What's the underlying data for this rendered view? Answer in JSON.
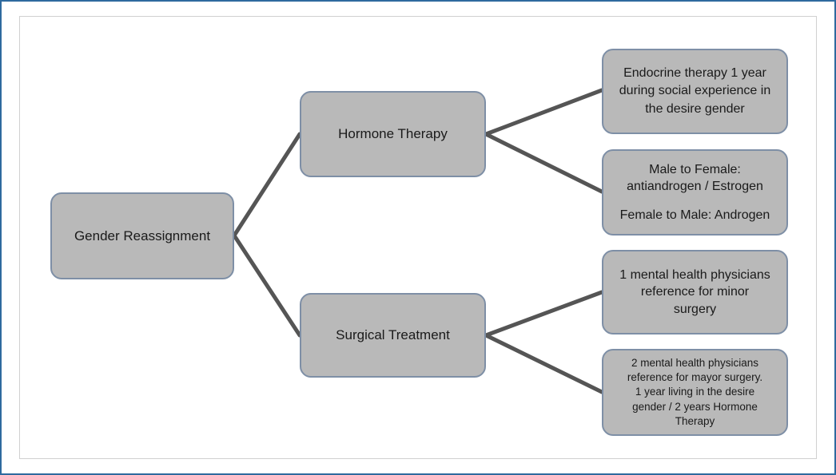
{
  "diagram": {
    "root": {
      "label": "Gender Reassignment"
    },
    "branches": [
      {
        "label": "Hormone Therapy",
        "leaves": [
          {
            "lines": [
              "Endocrine therapy 1 year",
              "during social experience in",
              "the desire gender"
            ]
          },
          {
            "lines": [
              "Male to Female:",
              "antiandrogen / Estrogen",
              "",
              "Female to Male: Androgen"
            ]
          }
        ]
      },
      {
        "label": "Surgical Treatment",
        "leaves": [
          {
            "lines": [
              "1 mental health physicians",
              "reference for minor",
              "surgery"
            ]
          },
          {
            "lines": [
              "2 mental health physicians",
              "reference for mayor surgery.",
              "1 year living in the desire",
              "gender / 2 years Hormone",
              "Therapy"
            ]
          }
        ]
      }
    ],
    "colors": {
      "node_fill": "#b9b9b9",
      "node_border": "#7e8fa6",
      "connector": "#555555",
      "frame_border": "#2e6a9e"
    }
  }
}
